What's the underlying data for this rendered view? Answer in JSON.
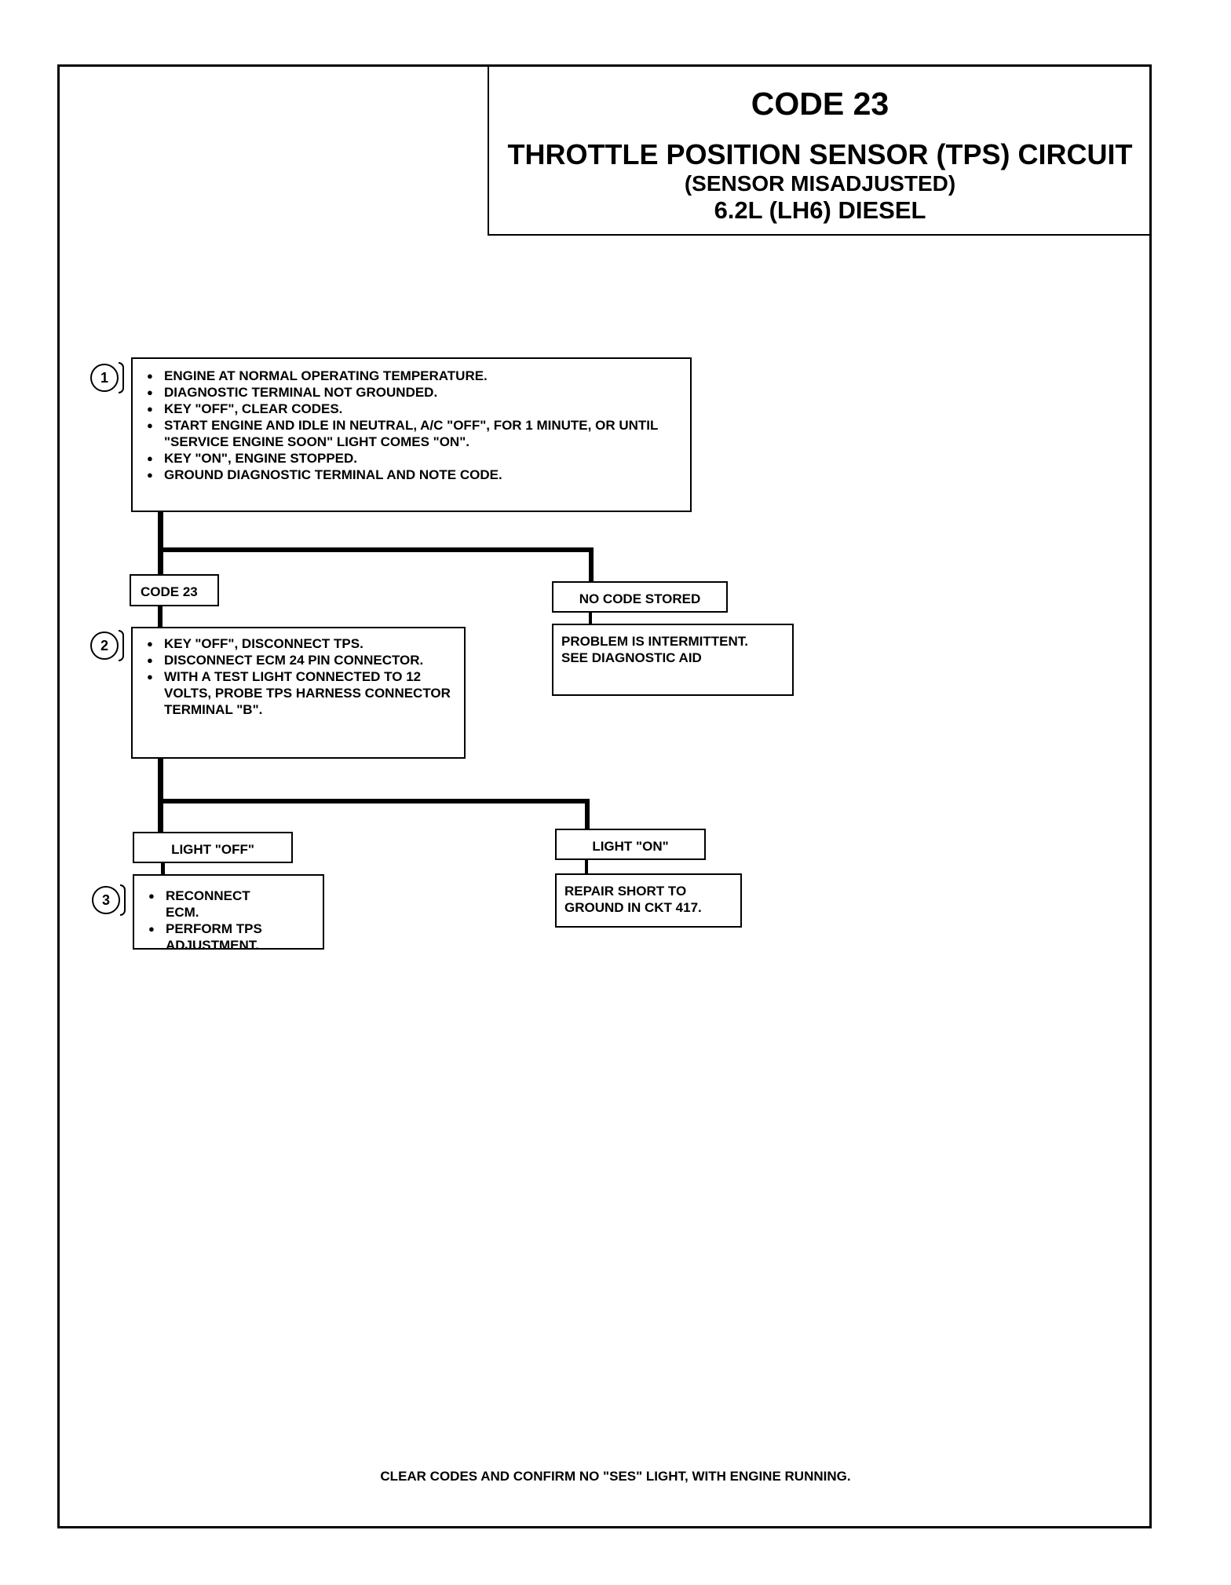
{
  "title": {
    "code": "CODE 23",
    "circuit": "THROTTLE POSITION SENSOR (TPS) CIRCUIT",
    "condition": "(SENSOR MISADJUSTED)",
    "engine": "6.2L  (LH6)  DIESEL"
  },
  "steps": [
    {
      "number": "1",
      "items": [
        "ENGINE AT NORMAL OPERATING TEMPERATURE.",
        "DIAGNOSTIC TERMINAL NOT GROUNDED.",
        "KEY \"OFF\", CLEAR CODES.",
        "START ENGINE AND IDLE IN NEUTRAL, A/C \"OFF\", FOR 1 MINUTE, OR UNTIL \"SERVICE ENGINE SOON\" LIGHT COMES \"ON\".",
        "KEY \"ON\", ENGINE STOPPED.",
        "GROUND DIAGNOSTIC TERMINAL AND NOTE CODE."
      ]
    },
    {
      "number": "2",
      "items": [
        "KEY \"OFF\", DISCONNECT TPS.",
        "DISCONNECT ECM 24 PIN CONNECTOR.",
        "WITH A TEST LIGHT CONNECTED TO 12 VOLTS, PROBE TPS HARNESS CONNECTOR TERMINAL \"B\"."
      ]
    },
    {
      "number": "3",
      "items": [
        "RECONNECT ECM.",
        "PERFORM TPS ADJUSTMENT."
      ]
    }
  ],
  "branches": {
    "code_23": "CODE 23",
    "no_code_stored": "NO CODE STORED",
    "intermittent": "PROBLEM IS INTERMITTENT. SEE DIAGNOSTIC AID",
    "light_off": "LIGHT \"OFF\"",
    "light_on": "LIGHT \"ON\"",
    "repair": "REPAIR SHORT TO GROUND IN CKT 417."
  },
  "footer": "CLEAR CODES AND CONFIRM NO \"SES\" LIGHT, WITH ENGINE RUNNING."
}
